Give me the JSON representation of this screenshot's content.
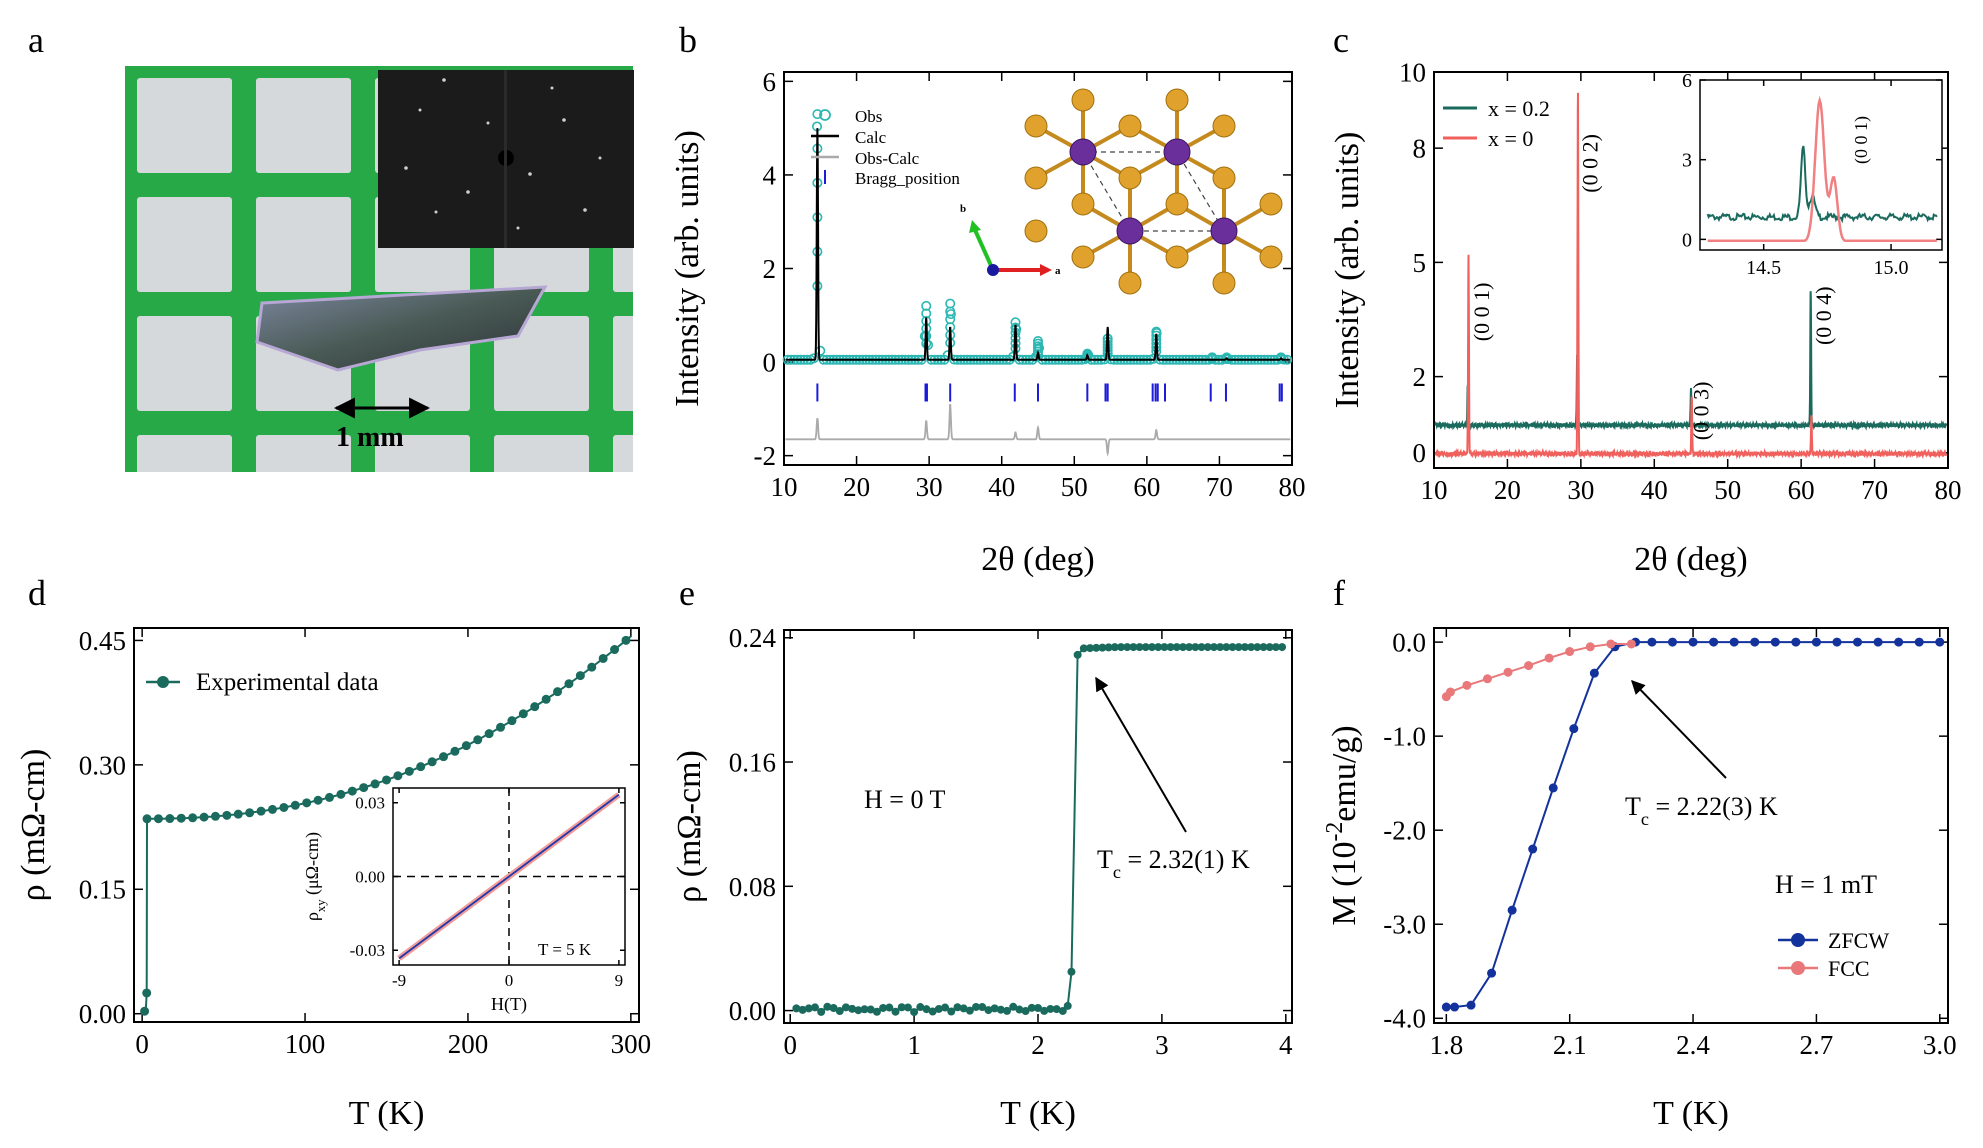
{
  "panel_labels": [
    "a",
    "b",
    "c",
    "d",
    "e",
    "f"
  ],
  "panel_a": {
    "scale_label": "1 mm"
  },
  "chart_data": [
    {
      "panel": "b",
      "type": "line",
      "xlabel": "2θ (deg)",
      "ylabel": "Intensity (arb. units)",
      "xlim": [
        10,
        80
      ],
      "ylim": [
        -2.2,
        6.2
      ],
      "xticks": [
        10,
        20,
        30,
        40,
        50,
        60,
        70,
        80
      ],
      "yticks": [
        -2,
        0,
        2,
        4,
        6
      ],
      "legend": [
        "Obs",
        "Calc",
        "Obs-Calc",
        "Bragg_position"
      ],
      "legend_position": "top-left",
      "peaks": [
        {
          "x": 14.6,
          "y": 5.3
        },
        {
          "x": 29.6,
          "y": 1.2
        },
        {
          "x": 32.9,
          "y": 1.25
        },
        {
          "x": 41.9,
          "y": 0.85
        },
        {
          "x": 45.0,
          "y": 0.45
        },
        {
          "x": 51.8,
          "y": 0.18
        },
        {
          "x": 54.6,
          "y": 0.5
        },
        {
          "x": 61.3,
          "y": 0.65
        },
        {
          "x": 69.0,
          "y": 0.1
        },
        {
          "x": 71.0,
          "y": 0.1
        },
        {
          "x": 78.5,
          "y": 0.1
        }
      ],
      "calc_peaks": [
        {
          "x": 14.6,
          "y": 5.0
        },
        {
          "x": 29.6,
          "y": 0.95
        },
        {
          "x": 32.9,
          "y": 0.75
        },
        {
          "x": 41.9,
          "y": 0.8
        },
        {
          "x": 45.0,
          "y": 0.2
        },
        {
          "x": 51.8,
          "y": 0.15
        },
        {
          "x": 54.6,
          "y": 0.75
        },
        {
          "x": 61.3,
          "y": 0.6
        },
        {
          "x": 71.0,
          "y": 0.08
        },
        {
          "x": 78.5,
          "y": 0.08
        }
      ],
      "baseline": 0.05,
      "bragg_positions": [
        14.6,
        29.5,
        29.7,
        32.9,
        41.8,
        45.0,
        51.8,
        54.3,
        54.6,
        60.8,
        61.2,
        61.5,
        62.5,
        68.8,
        70.9,
        78.3,
        78.6
      ],
      "bragg_y": -0.65,
      "diff_baseline": -1.65,
      "diff_peaks": [
        {
          "x": 14.6,
          "y": -1.2
        },
        {
          "x": 29.6,
          "y": -1.25
        },
        {
          "x": 32.9,
          "y": -0.9
        },
        {
          "x": 41.9,
          "y": -1.5
        },
        {
          "x": 45.0,
          "y": -1.4
        },
        {
          "x": 54.6,
          "y": -1.95
        },
        {
          "x": 61.3,
          "y": -1.45
        }
      ],
      "crystal_axes": [
        "b",
        "a"
      ]
    },
    {
      "panel": "c",
      "type": "line",
      "xlabel": "2θ (deg)",
      "ylabel": "Intensity (arb. units)",
      "xlim": [
        10,
        80
      ],
      "ylim": [
        -0.4,
        10
      ],
      "xticks": [
        10,
        20,
        30,
        40,
        50,
        60,
        70,
        80
      ],
      "yticks": [
        0,
        2,
        5,
        8,
        10
      ],
      "legend_position": "top-left",
      "series": [
        {
          "name": "x = 0.2",
          "color": "#1a6b5e",
          "baseline": 0.75,
          "peaks": [
            {
              "x": 14.6,
              "y": 1.8
            },
            {
              "x": 29.5,
              "y": 2.6
            },
            {
              "x": 45.0,
              "y": 1.7
            },
            {
              "x": 61.3,
              "y": 4.3
            }
          ]
        },
        {
          "name": "x = 0",
          "color": "#f0605d",
          "baseline": 0.0,
          "peaks": [
            {
              "x": 14.7,
              "y": 5.2
            },
            {
              "x": 29.6,
              "y": 9.6
            },
            {
              "x": 45.1,
              "y": 1.5
            },
            {
              "x": 61.4,
              "y": 1.0
            }
          ]
        }
      ],
      "peak_labels": [
        {
          "text": "(0 0 1)",
          "x": 17.5,
          "y": 3.7
        },
        {
          "text": "(0 0 2)",
          "x": 32.3,
          "y": 7.6
        },
        {
          "text": "(0 0 3)",
          "x": 47.4,
          "y": 1.1
        },
        {
          "text": "(0 0 4)",
          "x": 64.1,
          "y": 3.6
        }
      ],
      "inset": {
        "xlim": [
          14.25,
          15.2
        ],
        "ylim": [
          -0.4,
          6
        ],
        "xticks": [
          14.5,
          15.0
        ],
        "yticks": [
          0,
          3,
          6
        ],
        "label": "(0 0 1)"
      }
    },
    {
      "panel": "d",
      "type": "scatter",
      "xlabel": "T (K)",
      "ylabel": "ρ (mΩ-cm)",
      "xlim": [
        -5,
        305
      ],
      "ylim": [
        -0.01,
        0.465
      ],
      "xticks": [
        0,
        100,
        200,
        300
      ],
      "yticks": [
        0.0,
        0.15,
        0.3,
        0.45
      ],
      "series": [
        {
          "name": "Experimental data",
          "color": "#1a6b5e"
        }
      ],
      "legend_position": "top-left",
      "curve": {
        "T0": 3,
        "rho0": 0.235,
        "rho_end": 0.455,
        "T_end": 300,
        "exponent": 2.2
      },
      "inset": {
        "xlabel": "H(T)",
        "ylabel": "ρxy (μΩ-cm)",
        "xlim": [
          -9.5,
          9.5
        ],
        "ylim": [
          -0.036,
          0.036
        ],
        "xticks": [
          -9,
          0,
          9
        ],
        "yticks": [
          -0.03,
          0.0,
          0.03
        ],
        "annotation": "T = 5 K",
        "slope_per_T": 0.0037
      }
    },
    {
      "panel": "e",
      "type": "scatter",
      "xlabel": "T (K)",
      "ylabel": "ρ (mΩ-cm)",
      "xlim": [
        -0.05,
        4.05
      ],
      "ylim": [
        -0.008,
        0.245
      ],
      "xticks": [
        0,
        1,
        2,
        3,
        4
      ],
      "yticks": [
        0.0,
        0.08,
        0.16,
        0.24
      ],
      "tc": 2.32,
      "rho_normal": 0.233,
      "color": "#1a6b5e",
      "field_label": "H = 0 T",
      "annotation": "T<sub>c</sub> = 2.32(1) K"
    },
    {
      "panel": "f",
      "type": "line",
      "xlabel": "T (K)",
      "ylabel": "M (10<sup>-2</sup>emu/g)",
      "xlim": [
        1.77,
        3.02
      ],
      "ylim": [
        -4.05,
        0.15
      ],
      "xticks": [
        1.8,
        2.1,
        2.4,
        2.7,
        3.0
      ],
      "yticks": [
        0.0,
        -1.0,
        -2.0,
        -3.0,
        -4.0
      ],
      "field_label": "H = 1 mT",
      "annotation": "T<sub>c</sub> = 2.22(3) K",
      "legend_position": "bottom-right",
      "series": [
        {
          "name": "ZFCW",
          "color": "#14329c",
          "x": [
            1.8,
            1.82,
            1.86,
            1.91,
            1.96,
            2.01,
            2.06,
            2.11,
            2.16,
            2.21,
            2.26,
            2.3,
            2.35,
            2.4,
            2.45,
            2.5,
            2.55,
            2.6,
            2.65,
            2.7,
            2.75,
            2.8,
            2.85,
            2.9,
            2.95,
            3.0
          ],
          "y": [
            -3.88,
            -3.88,
            -3.86,
            -3.52,
            -2.85,
            -2.2,
            -1.55,
            -0.92,
            -0.33,
            -0.05,
            0,
            0,
            0,
            0,
            0,
            0,
            0,
            0,
            0,
            0,
            0,
            0,
            0,
            0,
            0,
            0
          ]
        },
        {
          "name": "FCC",
          "color": "#e8787a",
          "x": [
            1.8,
            1.81,
            1.85,
            1.9,
            1.95,
            2.0,
            2.05,
            2.1,
            2.15,
            2.2,
            2.25
          ],
          "y": [
            -0.58,
            -0.53,
            -0.46,
            -0.39,
            -0.32,
            -0.25,
            -0.17,
            -0.1,
            -0.05,
            -0.02,
            -0.02
          ]
        }
      ]
    }
  ]
}
